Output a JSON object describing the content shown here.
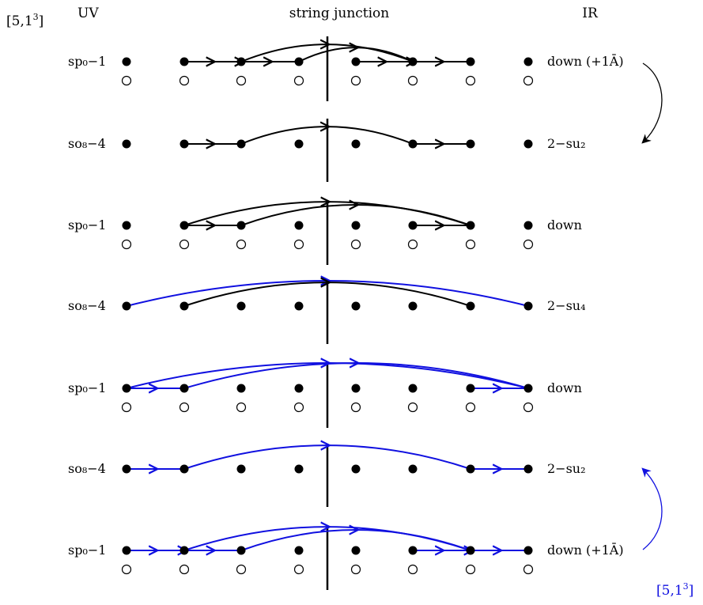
{
  "header": {
    "corner_label": "[5,1",
    "corner_sup": "3",
    "corner_close": "]",
    "uv": "UV",
    "junction": "string junction",
    "ir": "IR"
  },
  "footer": {
    "corner_label": "[5,1",
    "corner_sup": "3",
    "corner_close": "]",
    "color": "#1010e0"
  },
  "colors": {
    "black": "#000000",
    "blue": "#1010e0"
  },
  "rows": [
    {
      "left": "sp₀−1",
      "right": "down (+1Ā)",
      "open_nodes": true,
      "strings": [
        {
          "color": "black",
          "path": "straight",
          "from": 1,
          "to": 3
        },
        {
          "color": "black",
          "path": "arc",
          "from": 2,
          "to": 5
        },
        {
          "color": "black",
          "path": "arc",
          "from": 3,
          "to": 5
        },
        {
          "color": "black",
          "path": "straight",
          "from": 4,
          "to": 6
        }
      ]
    },
    {
      "left": "so₈−4",
      "right": "2−su₂",
      "open_nodes": false,
      "strings": [
        {
          "color": "black",
          "path": "straight",
          "from": 1,
          "to": 2
        },
        {
          "color": "black",
          "path": "arc",
          "from": 2,
          "to": 5
        },
        {
          "color": "black",
          "path": "straight",
          "from": 5,
          "to": 6
        }
      ]
    },
    {
      "left": "sp₀−1",
      "right": "down",
      "open_nodes": true,
      "strings": [
        {
          "color": "black",
          "path": "straight",
          "from": 1,
          "to": 2
        },
        {
          "color": "black",
          "path": "arc",
          "from": 1,
          "to": 6
        },
        {
          "color": "black",
          "path": "arc",
          "from": 2,
          "to": 6
        },
        {
          "color": "black",
          "path": "straight",
          "from": 5,
          "to": 6
        }
      ]
    },
    {
      "left": "so₈−4",
      "right": "2−su₄",
      "open_nodes": false,
      "strings": [
        {
          "color": "blue",
          "path": "arc",
          "from": 0,
          "to": 7
        },
        {
          "color": "black",
          "path": "arc",
          "from": 1,
          "to": 6
        }
      ]
    },
    {
      "left": "sp₀−1",
      "right": "down",
      "open_nodes": true,
      "strings": [
        {
          "color": "blue",
          "path": "straight",
          "from": 0,
          "to": 1
        },
        {
          "color": "blue",
          "path": "arc",
          "from": 0,
          "to": 7
        },
        {
          "color": "blue",
          "path": "arc",
          "from": 1,
          "to": 7
        },
        {
          "color": "blue",
          "path": "straight",
          "from": 6,
          "to": 7
        }
      ]
    },
    {
      "left": "so₈−4",
      "right": "2−su₂",
      "open_nodes": false,
      "strings": [
        {
          "color": "blue",
          "path": "straight",
          "from": 0,
          "to": 1
        },
        {
          "color": "blue",
          "path": "arc",
          "from": 1,
          "to": 6
        },
        {
          "color": "blue",
          "path": "straight",
          "from": 6,
          "to": 7
        }
      ]
    },
    {
      "left": "sp₀−1",
      "right": "down (+1Ā)",
      "open_nodes": true,
      "strings": [
        {
          "color": "blue",
          "path": "straight",
          "from": 0,
          "to": 2
        },
        {
          "color": "blue",
          "path": "arc",
          "from": 1,
          "to": 6
        },
        {
          "color": "blue",
          "path": "arc",
          "from": 2,
          "to": 6
        },
        {
          "color": "blue",
          "path": "straight",
          "from": 5,
          "to": 7
        }
      ]
    }
  ]
}
